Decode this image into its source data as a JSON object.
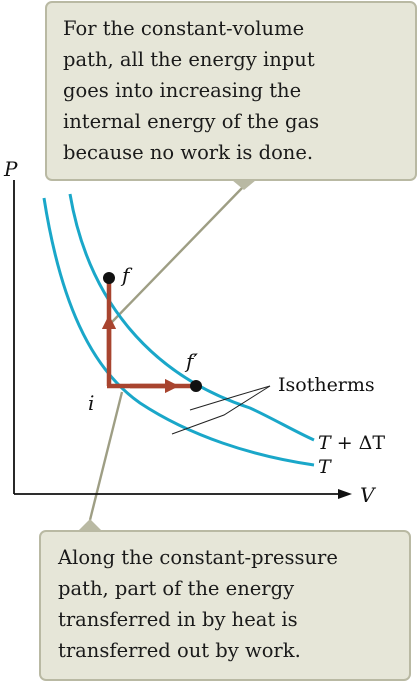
{
  "top_callout": {
    "lines": [
      "For the constant-volume",
      "path, all the energy input",
      "goes into increasing the",
      "internal energy of the gas",
      "because no work is done."
    ]
  },
  "bottom_callout": {
    "lines": [
      "Along the constant-pressure",
      "path, part of the energy",
      "transferred in by heat is",
      "transferred out by work."
    ]
  },
  "axes": {
    "y_label": "P",
    "x_label": "V"
  },
  "points": {
    "initial": "i",
    "final_volume": "f",
    "final_pressure": "f′"
  },
  "isotherms": {
    "label": "Isotherms",
    "upper": {
      "label_var": "T",
      "label_rest": " + ΔT"
    },
    "lower": {
      "label_var": "T"
    }
  },
  "colors": {
    "isotherm": "#1aa7c9",
    "process_path": "#a8442f",
    "callout_fill": "#e6e6d8",
    "leader": "#9e9e84"
  }
}
